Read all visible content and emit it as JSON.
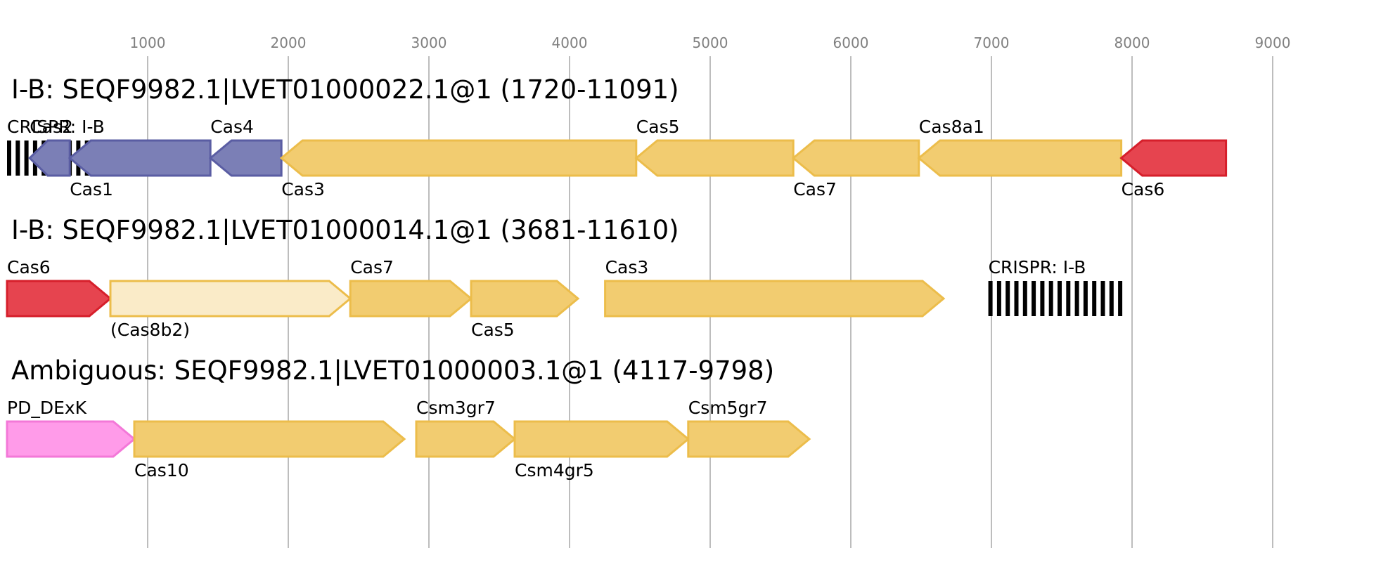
{
  "axis": {
    "ticks": [
      1000,
      2000,
      3000,
      4000,
      5000,
      6000,
      7000,
      8000,
      9000
    ]
  },
  "colors": {
    "adaptation": "#7b7fb6",
    "adaptation_stroke": "#5a5da3",
    "interference": "#f2cc70",
    "interference_stroke": "#ecbd4b",
    "interference_partial": "#faebc8",
    "processing": "#e6444f",
    "processing_stroke": "#d61f2b",
    "accessory": "#ff9be9",
    "accessory_stroke": "#f378d8",
    "array": "#000000"
  },
  "loci": [
    {
      "title": "I-B: SEQF9982.1|LVET01000022.1@1 (1720-11091)",
      "features": [
        {
          "kind": "array",
          "label": "CRISPR: I-B",
          "label_pos": "above",
          "start": 0,
          "end": 961
        },
        {
          "kind": "gene",
          "label": "Cas2",
          "label_pos": "above",
          "start": 161,
          "end": 446,
          "strand": -1,
          "color": "adaptation"
        },
        {
          "kind": "gene",
          "label": "Cas1",
          "label_pos": "below",
          "start": 446,
          "end": 1446,
          "strand": -1,
          "color": "adaptation"
        },
        {
          "kind": "gene",
          "label": "Cas4",
          "label_pos": "above",
          "start": 1446,
          "end": 1951,
          "strand": -1,
          "color": "adaptation"
        },
        {
          "kind": "gene",
          "label": "Cas3",
          "label_pos": "below",
          "start": 1951,
          "end": 4474,
          "strand": -1,
          "color": "interference"
        },
        {
          "kind": "gene",
          "label": "Cas5",
          "label_pos": "above",
          "start": 4474,
          "end": 5591,
          "strand": -1,
          "color": "interference"
        },
        {
          "kind": "gene",
          "label": "Cas7",
          "label_pos": "below",
          "start": 5591,
          "end": 6484,
          "strand": -1,
          "color": "interference"
        },
        {
          "kind": "gene",
          "label": "Cas8a1",
          "label_pos": "above",
          "start": 6484,
          "end": 7923,
          "strand": -1,
          "color": "interference"
        },
        {
          "kind": "gene",
          "label": "Cas6",
          "label_pos": "below",
          "start": 7923,
          "end": 8668,
          "strand": -1,
          "color": "processing"
        }
      ]
    },
    {
      "title": "I-B: SEQF9982.1|LVET01000014.1@1 (3681-11610)",
      "features": [
        {
          "kind": "gene",
          "label": "Cas6",
          "label_pos": "above",
          "start": 0,
          "end": 735,
          "strand": 1,
          "color": "processing"
        },
        {
          "kind": "gene",
          "label": "(Cas8b2)",
          "label_pos": "below",
          "start": 735,
          "end": 2441,
          "strand": 1,
          "color": "interference_partial"
        },
        {
          "kind": "gene",
          "label": "Cas7",
          "label_pos": "above",
          "start": 2441,
          "end": 3300,
          "strand": 1,
          "color": "interference"
        },
        {
          "kind": "gene",
          "label": "Cas5",
          "label_pos": "below",
          "start": 3300,
          "end": 4060,
          "strand": 1,
          "color": "interference"
        },
        {
          "kind": "gene",
          "label": "Cas3",
          "label_pos": "above",
          "start": 4253,
          "end": 6660,
          "strand": 1,
          "color": "interference"
        },
        {
          "kind": "array",
          "label": "CRISPR: I-B",
          "label_pos": "above",
          "start": 6978,
          "end": 7940
        }
      ]
    },
    {
      "title": "Ambiguous: SEQF9982.1|LVET01000003.1@1 (4117-9798)",
      "features": [
        {
          "kind": "gene",
          "label": "PD_DExK",
          "label_pos": "above",
          "start": 0,
          "end": 905,
          "strand": 1,
          "color": "accessory"
        },
        {
          "kind": "gene",
          "label": "Cas10",
          "label_pos": "below",
          "start": 905,
          "end": 2825,
          "strand": 1,
          "color": "interference"
        },
        {
          "kind": "gene",
          "label": "Csm3gr7",
          "label_pos": "above",
          "start": 2910,
          "end": 3610,
          "strand": 1,
          "color": "interference"
        },
        {
          "kind": "gene",
          "label": "Csm4gr5",
          "label_pos": "below",
          "start": 3610,
          "end": 4844,
          "strand": 1,
          "color": "interference"
        },
        {
          "kind": "gene",
          "label": "Csm5gr7",
          "label_pos": "above",
          "start": 4844,
          "end": 5705,
          "strand": 1,
          "color": "interference"
        }
      ]
    }
  ]
}
